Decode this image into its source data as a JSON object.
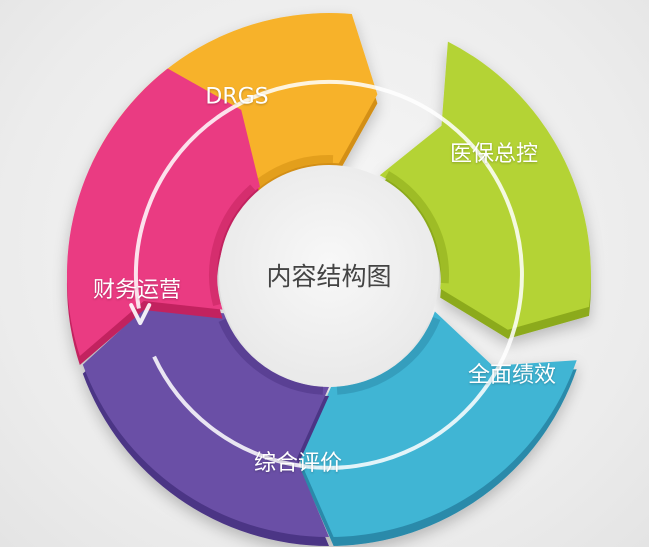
{
  "center_title": "内容结构图",
  "segments": [
    {
      "label": "DRGS",
      "color": "#f7b22a",
      "shade": "#d38f16"
    },
    {
      "label": "医保总控",
      "color": "#b4d334",
      "shade": "#8caa1c"
    },
    {
      "label": "全面绩效",
      "color": "#3fb5d4",
      "shade": "#2b8aaa"
    },
    {
      "label": "综合评价",
      "color": "#6a4fa6",
      "shade": "#4c3585"
    },
    {
      "label": "财务运营",
      "color": "#ea3a82",
      "shade": "#c2245f"
    }
  ],
  "flow_direction": "counter-clockwise"
}
